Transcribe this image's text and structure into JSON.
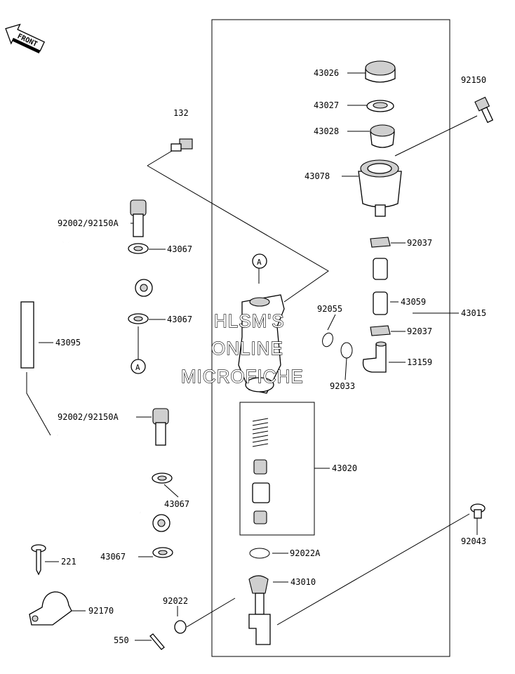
{
  "front_badge": "FRONT",
  "watermark": [
    "HLSM'S",
    "ONLINE",
    "MICROFICHE"
  ],
  "callouts": {
    "ref_a_top": "A",
    "ref_a_bottom": "A"
  },
  "labels": {
    "p43026": "43026",
    "p92150": "92150",
    "p43027": "43027",
    "p43028": "43028",
    "p132": "132",
    "p43078": "43078",
    "p92002a": "92002/92150A",
    "p43067a": "43067",
    "p92037a": "92037",
    "p43067b": "43067",
    "p92055": "92055",
    "p43059": "43059",
    "p43015": "43015",
    "p43095": "43095",
    "p92037b": "92037",
    "p13159": "13159",
    "p92033": "92033",
    "p92002b": "92002/92150A",
    "p43020": "43020",
    "p43067c": "43067",
    "p92043": "92043",
    "p43067d": "43067",
    "p92022a": "92022A",
    "p221": "221",
    "p43010": "43010",
    "p92022": "92022",
    "p92170": "92170",
    "p550": "550"
  }
}
